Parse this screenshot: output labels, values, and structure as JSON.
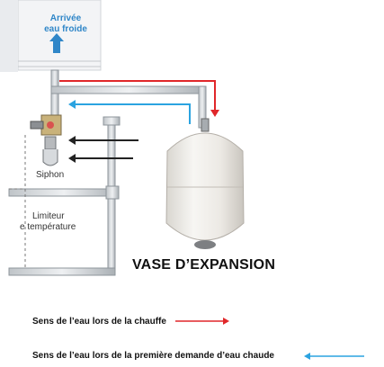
{
  "diagram": {
    "inlet_label_line1": "Arrivée",
    "inlet_label_line2": "eau froide",
    "siphon_label": "Siphon",
    "limiter_label_line1": "Limiteur",
    "limiter_label_line2": "e température",
    "vessel_label": "VASE D’EXPANSION"
  },
  "legend": {
    "heating_label": "Sens de l’eau lors de la chauffe",
    "first_demand_label": "Sens de l’eau lors de la première demande d’eau chaude"
  },
  "colors": {
    "heating_arrow": "#e0272a",
    "first_demand_arrow": "#2ba3e0",
    "inlet_arrow": "#2f86c8",
    "flow_arrow_dark": "#222222"
  }
}
